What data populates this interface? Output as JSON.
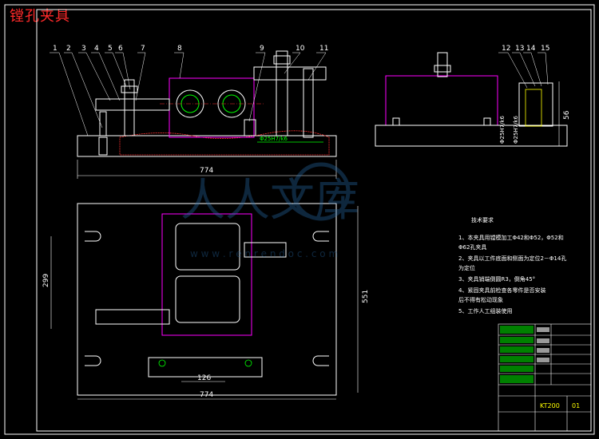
{
  "title": "镗孔夹具",
  "part_numbers": [
    "1",
    "2",
    "3",
    "4",
    "5",
    "6",
    "7",
    "8",
    "9",
    "10",
    "11",
    "12",
    "13",
    "14",
    "15"
  ],
  "dimensions": {
    "width_top": "774",
    "width_bottom": "774",
    "height_left": "299",
    "height_right": "551",
    "slot": "126",
    "side_height": "56",
    "fit_front": "Φ25H7/k6",
    "fit_side_a": "Φ25H7/k6",
    "fit_side_b": "Φ25H7/k6"
  },
  "tech_req": {
    "heading": "技术要求",
    "items": [
      "1、本夹具用镗模加工Φ42和Φ52，Φ52和",
      "Φ62孔夹具",
      "2、夹具以工件底面和侧面为定位2－Φ14孔",
      "为定位",
      "3、夹具销端倒圆R3，倒角45°",
      "4、紧固夹具前检查各零件是否安装",
      "后不得有松动现象",
      "5、工作人工组装使用"
    ]
  },
  "title_block": {
    "code": "KT200",
    "sheet": "01"
  },
  "watermark": {
    "text": "人人文库",
    "url": "w w w . r e n r e n d o c . c o m"
  },
  "colors": {
    "line": "#ffffff",
    "outline": "#00ff00",
    "magenta": "#ff00ff",
    "yellow": "#ffff00",
    "title": "#ff2a2a",
    "hatch": "#ff3030"
  }
}
